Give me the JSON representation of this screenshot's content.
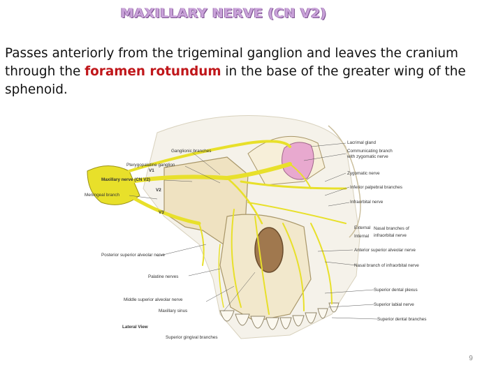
{
  "slide": {
    "title": "MAXILLARY NERVE (CN V2)",
    "text_before": "Passes anteriorly from the trigeminal ganglion and leaves the cranium through the ",
    "text_highlight": "foramen rotundum",
    "text_after": " in the base of the greater wing of the sphenoid.",
    "page_number": "9"
  },
  "colors": {
    "title": "#c9a2d9",
    "highlight": "#c0171b",
    "nerve": "#e8e02a",
    "bone": "#f3ead2",
    "gland": "#e8a9cf"
  },
  "figure": {
    "labels_left": {
      "ganglionic": "Ganglionic branches",
      "pterygopalatine": "Pterygopalatine ganglion",
      "maxillary": "Maxillary nerve (CN V2)",
      "meningeal": "Meningeal branch",
      "posterior_superior": "Posterior superior alveolar nerve",
      "palatine": "Palatine nerves",
      "middle_superior": "Middle superior alveolar nerve",
      "maxillary_sinus": "Maxillary sinus",
      "lateral_view": "Lateral View",
      "superior_gingival": "Superior gingival branches"
    },
    "labels_right": {
      "lacrimal": "Lacrimal gland",
      "communicating_1": "Communicating branch",
      "communicating_2": "with zygomatic nerve",
      "zygomatic": "Zygomatic nerve",
      "inferior_palpebral": "Inferior palpebral branches",
      "infraorbital": "Infraorbital nerve",
      "external": "External",
      "internal": "Internal",
      "nasal_1": "Nasal branches of",
      "nasal_2": "infraorbital nerve",
      "anterior_superior": "Anterior superior alveolar nerve",
      "nasal_branch": "Nasal branch of infraorbital nerve",
      "superior_dental_plexus": "Superior dental plexus",
      "superior_labial": "Superior labial nerve",
      "superior_dental_branches": "Superior dental branches"
    },
    "roman_v1": "V1",
    "roman_v2": "V2",
    "roman_v3": "V3"
  }
}
